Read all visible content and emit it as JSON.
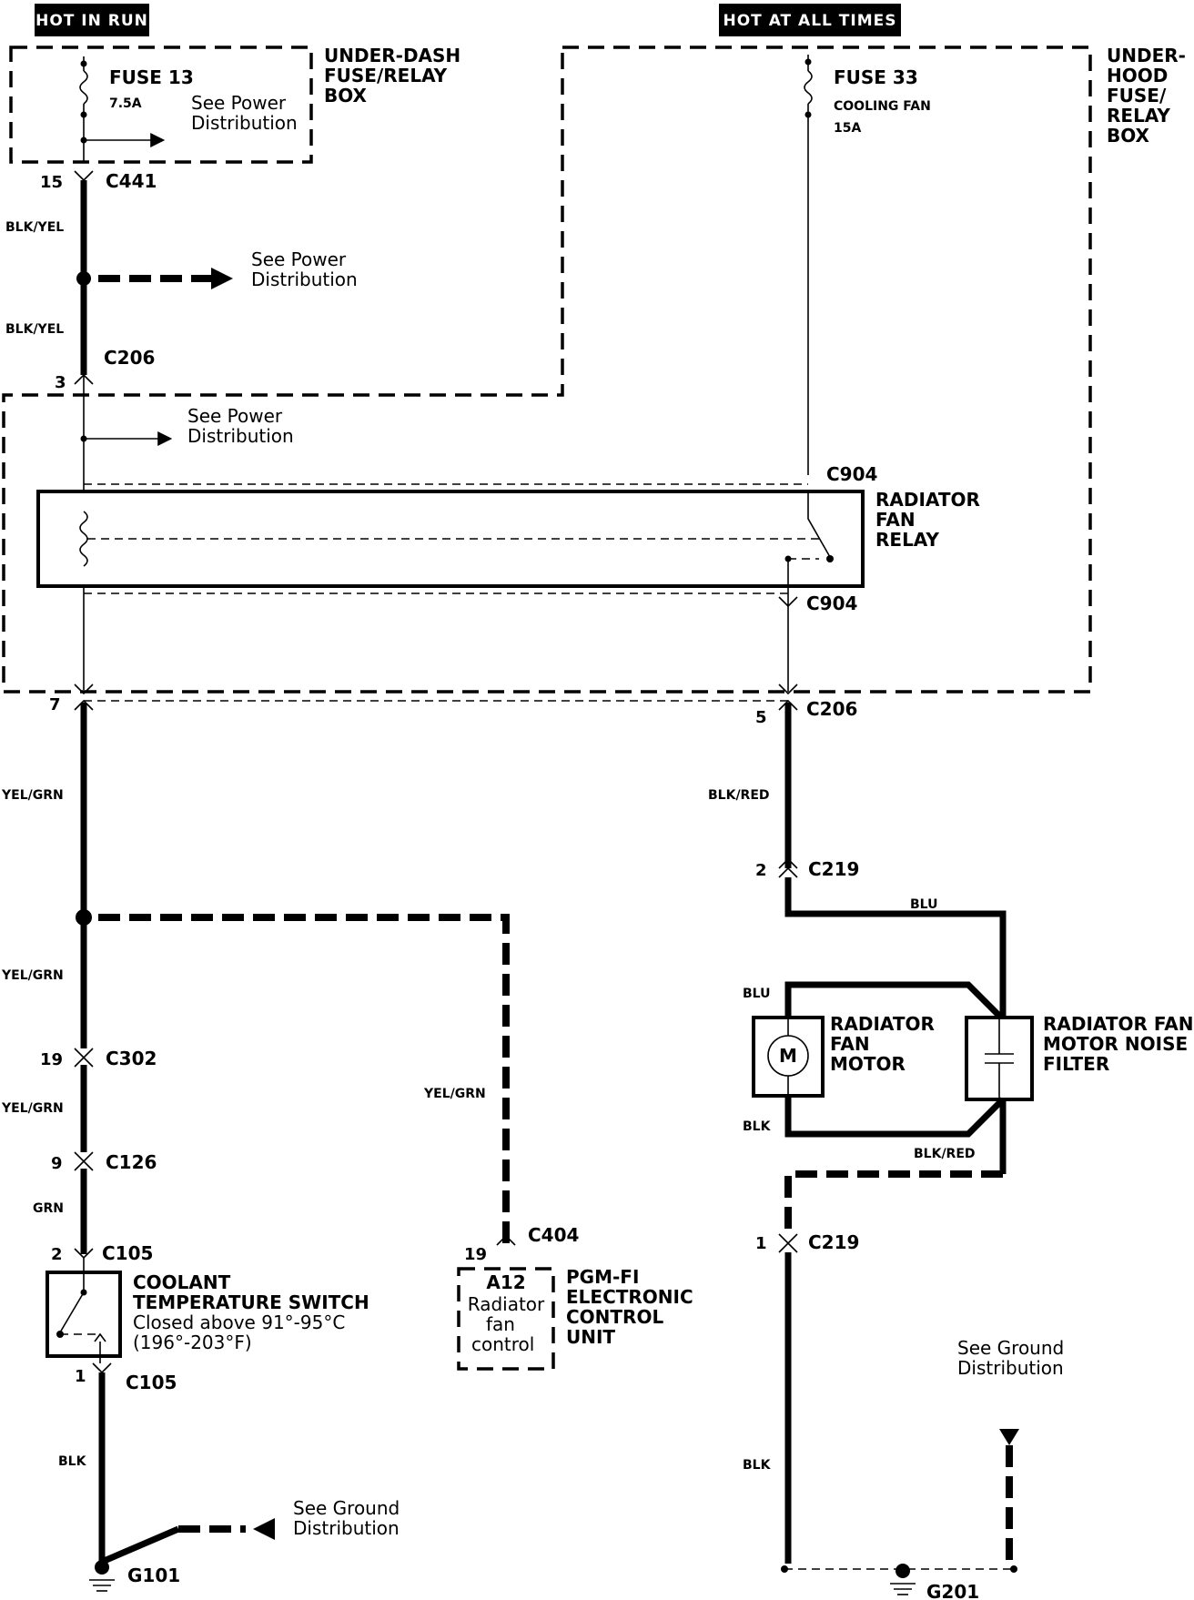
{
  "headers": {
    "hot_in_run": "HOT IN RUN",
    "hot_at_all_times": "HOT AT ALL TIMES"
  },
  "boxes": {
    "under_dash": [
      "UNDER-DASH",
      "FUSE/RELAY",
      "BOX"
    ],
    "under_hood": [
      "UNDER-",
      "HOOD",
      "FUSE/",
      "RELAY",
      "BOX"
    ]
  },
  "fuses": {
    "fuse13": {
      "name": "FUSE 13",
      "rating": "7.5A"
    },
    "fuse33": {
      "name": "FUSE 33",
      "circuit": "COOLING FAN",
      "rating": "15A"
    }
  },
  "notes": {
    "see_power_1": [
      "See Power",
      "Distribution"
    ],
    "see_power_2": [
      "See Power",
      "Distribution"
    ],
    "see_power_3": [
      "See Power",
      "Distribution"
    ],
    "see_ground_1": [
      "See Ground",
      "Distribution"
    ],
    "see_ground_2": [
      "See Ground",
      "Distribution"
    ]
  },
  "connectors": {
    "c441": {
      "name": "C441",
      "pin": "15"
    },
    "c206_top": {
      "name": "C206",
      "pin": "3"
    },
    "c904_top": {
      "name": "C904"
    },
    "c904_bottom": {
      "name": "C904"
    },
    "c206_left_pin": "7",
    "c206_right": {
      "name": "C206",
      "pin": "5"
    },
    "c219_top": {
      "name": "C219",
      "pin": "2"
    },
    "c302": {
      "name": "C302",
      "pin": "19"
    },
    "c126": {
      "name": "C126",
      "pin": "9"
    },
    "c105_top": {
      "name": "C105",
      "pin": "2"
    },
    "c105_bottom": {
      "name": "C105",
      "pin": "1"
    },
    "c404": {
      "name": "C404",
      "pin": "19"
    },
    "c219_bottom": {
      "name": "C219",
      "pin": "1"
    }
  },
  "wires": {
    "blk_yel_1": "BLK/YEL",
    "blk_yel_2": "BLK/YEL",
    "yel_grn_1": "YEL/GRN",
    "yel_grn_2": "YEL/GRN",
    "yel_grn_3": "YEL/GRN",
    "yel_grn_4": "YEL/GRN",
    "grn": "GRN",
    "blk_left": "BLK",
    "blk_red_1": "BLK/RED",
    "blu_1": "BLU",
    "blu_2": "BLU",
    "blk_motor": "BLK",
    "blk_red_2": "BLK/RED",
    "blk_right": "BLK"
  },
  "components": {
    "relay": [
      "RADIATOR",
      "FAN",
      "RELAY"
    ],
    "motor": [
      "RADIATOR",
      "FAN",
      "MOTOR"
    ],
    "motor_symbol": "M",
    "filter": [
      "RADIATOR FAN",
      "MOTOR NOISE",
      "FILTER"
    ],
    "coolant_switch": [
      "COOLANT",
      "TEMPERATURE SWITCH"
    ],
    "coolant_note": [
      "Closed above 91°-95°C",
      "(196°-203°F)"
    ],
    "ecu_pin": "A12",
    "ecu_pin_desc": [
      "Radiator",
      "fan",
      "control"
    ],
    "ecu": [
      "PGM-FI",
      "ELECTRONIC",
      "CONTROL",
      "UNIT"
    ]
  },
  "grounds": {
    "g101": "G101",
    "g201": "G201"
  }
}
